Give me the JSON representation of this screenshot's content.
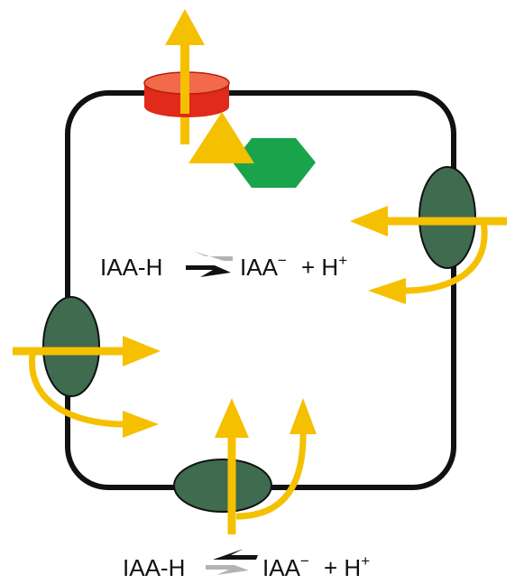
{
  "equations": {
    "inner": {
      "left": "IAA-H",
      "right": "IAA",
      "right_sup": "−",
      "plus": "+ H",
      "plus_sup": "+"
    },
    "outer": {
      "left": "IAA-H",
      "right": "IAA",
      "right_sup": "−",
      "plus": "+ H",
      "plus_sup": "+"
    }
  },
  "colors": {
    "membrane": "#111111",
    "carrier": "#3f6b4e",
    "transport_arrow": "#f5c000",
    "efflux_pump_side": "#e02a1a",
    "efflux_pump_top": "#f26a4a",
    "regulator_hexagon": "#19a34b",
    "triangle": "#f5c000",
    "forward_arrow": "#111111",
    "reverse_arrow": "#b3b3b3"
  }
}
